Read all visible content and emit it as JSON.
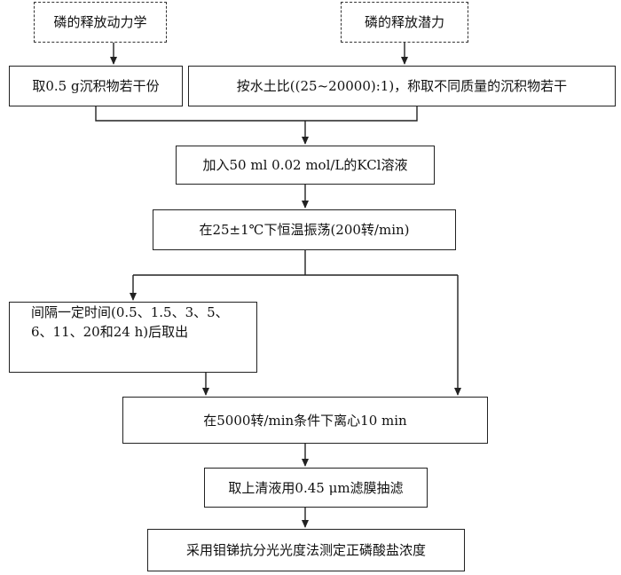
{
  "nodes": {
    "kinetics": "磷的释放动力学",
    "potential": "磷的释放潜力",
    "sample_left": "取0.5 g沉积物若干份",
    "sample_right": "按水土比((25~20000):1)，称取不同质量的沉积物若干",
    "add_kcl": "加入50 ml 0.02 mol/L的KCl溶液",
    "shake": "在25±1℃下恒温振荡(200转/min)",
    "interval_line1": "间隔一定时间(0.5、1.5、3、5、",
    "interval_line2": "6、11、20和24 h)后取出",
    "centrifuge": "在5000转/min条件下离心10 min",
    "filter": "取上清液用0.45 μm滤膜抽滤",
    "measure": "采用钼锑抗分光光度法测定正磷酸盐浓度"
  }
}
